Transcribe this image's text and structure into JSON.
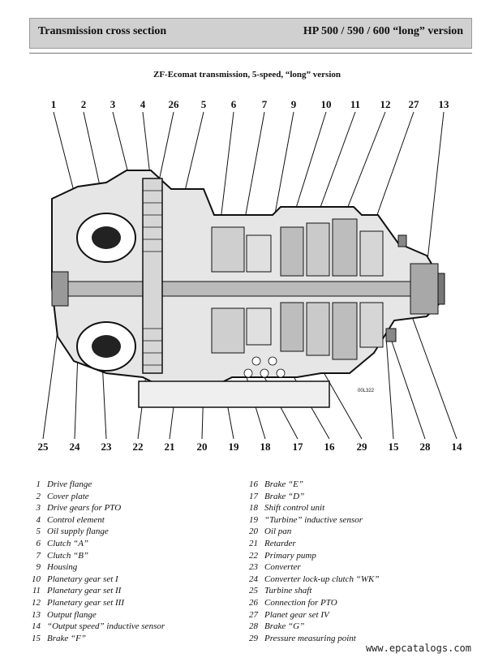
{
  "header": {
    "left_title": "Transmission cross section",
    "right_title": "HP 500 / 590 / 600 “long” version"
  },
  "subtitle": "ZF-Ecomat transmission, 5-speed, “long” version",
  "diagram": {
    "top_callouts": [
      "1",
      "2",
      "3",
      "4",
      "26",
      "5",
      "6",
      "7",
      "9",
      "10",
      "11",
      "12",
      "27",
      "13"
    ],
    "bottom_callouts": [
      "25",
      "24",
      "23",
      "22",
      "21",
      "20",
      "19",
      "18",
      "17",
      "16",
      "29",
      "15",
      "28",
      "14"
    ],
    "part_code": "00L322"
  },
  "legend_left": [
    {
      "num": "1",
      "label": "Drive flange"
    },
    {
      "num": "2",
      "label": "Cover plate"
    },
    {
      "num": "3",
      "label": "Drive gears for PTO"
    },
    {
      "num": "4",
      "label": "Control element"
    },
    {
      "num": "5",
      "label": "Oil supply flange"
    },
    {
      "num": "6",
      "label": "Clutch “A”"
    },
    {
      "num": "7",
      "label": "Clutch “B”"
    },
    {
      "num": "9",
      "label": "Housing"
    },
    {
      "num": "10",
      "label": "Planetary gear set I"
    },
    {
      "num": "11",
      "label": "Planetary gear set II"
    },
    {
      "num": "12",
      "label": "Planetary gear set III"
    },
    {
      "num": "13",
      "label": "Output flange"
    },
    {
      "num": "14",
      "label": "“Output speed” inductive sensor"
    },
    {
      "num": "15",
      "label": "Brake “F”"
    }
  ],
  "legend_right": [
    {
      "num": "16",
      "label": "Brake “E”"
    },
    {
      "num": "17",
      "label": "Brake “D”"
    },
    {
      "num": "18",
      "label": "Shift control unit"
    },
    {
      "num": "19",
      "label": "“Turbine” inductive sensor"
    },
    {
      "num": "20",
      "label": "Oil pan"
    },
    {
      "num": "21",
      "label": "Retarder"
    },
    {
      "num": "22",
      "label": "Primary pump"
    },
    {
      "num": "23",
      "label": "Converter"
    },
    {
      "num": "24",
      "label": "Converter lock-up clutch “WK”"
    },
    {
      "num": "25",
      "label": "Turbine shaft"
    },
    {
      "num": "26",
      "label": "Connection for PTO"
    },
    {
      "num": "27",
      "label": "Planet gear set IV"
    },
    {
      "num": "28",
      "label": "Brake “G”"
    },
    {
      "num": "29",
      "label": "Pressure measuring point"
    }
  ],
  "watermark": "www.epcatalogs.com"
}
